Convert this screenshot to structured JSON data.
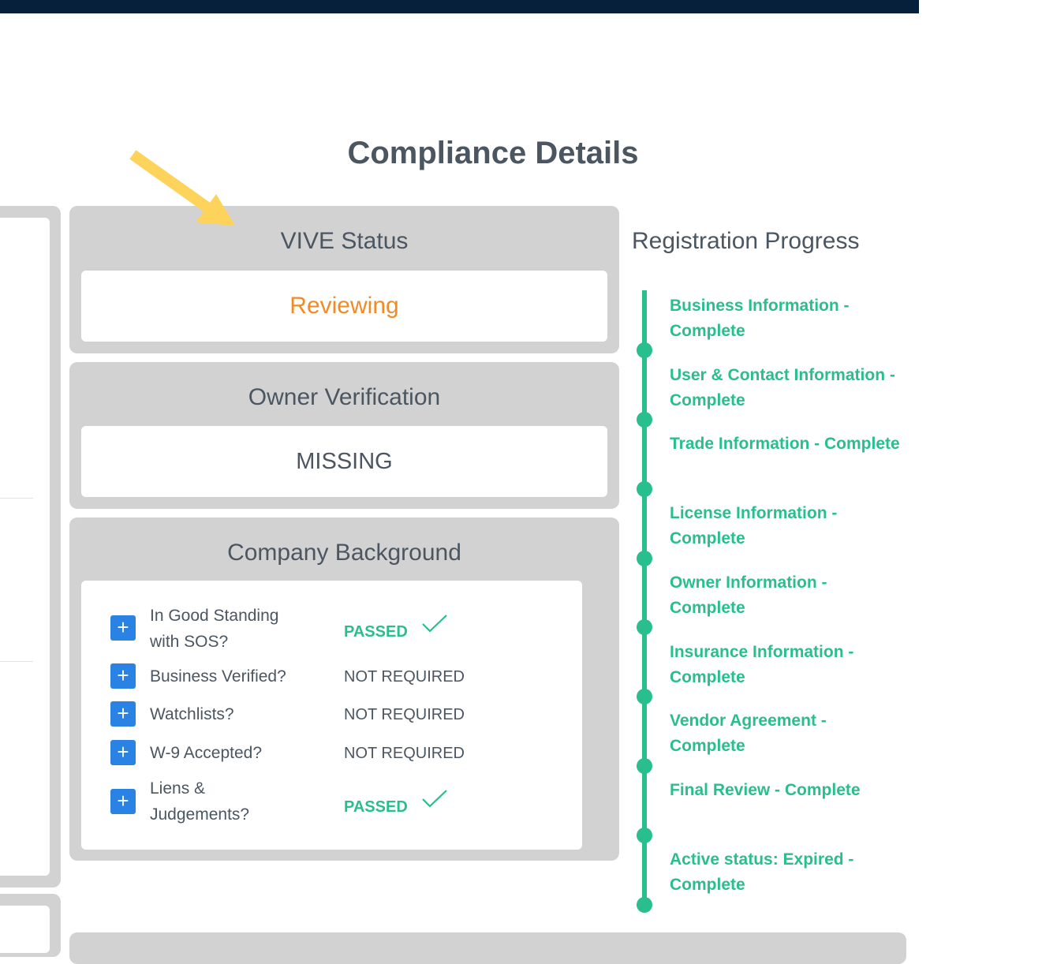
{
  "page": {
    "title": "Compliance Details"
  },
  "vive_status": {
    "title": "VIVE Status",
    "value": "Reviewing"
  },
  "owner_verification": {
    "title": "Owner Verification",
    "value": "MISSING"
  },
  "company_background": {
    "title": "Company Background",
    "rows": [
      {
        "label": "In Good Standing with SOS?",
        "status": "PASSED"
      },
      {
        "label": "Business Verified?",
        "status": "NOT REQUIRED"
      },
      {
        "label": "Watchlists?",
        "status": "NOT REQUIRED"
      },
      {
        "label": "W-9 Accepted?",
        "status": "NOT REQUIRED"
      },
      {
        "label": "Liens & Judgements?",
        "status": "PASSED"
      }
    ],
    "expand_symbol": "+"
  },
  "registration_progress": {
    "title": "Registration Progress",
    "steps": [
      "Business Information - Complete",
      "User & Contact Information - Complete",
      "Trade Information - Complete",
      "License Information - Complete",
      "Owner Information - Complete",
      "Insurance Information - Complete",
      "Vendor Agreement - Complete",
      "Final Review - Complete",
      "Active status: Expired - Complete"
    ]
  },
  "colors": {
    "topbar": "#061f3a",
    "card_gray": "#d2d2d2",
    "reviewing_orange": "#f28a26",
    "complete_green": "#29be8e",
    "plus_blue": "#2a82e4",
    "annotation_arrow": "#fdd35c"
  },
  "icons": [
    "plus-icon",
    "check-icon",
    "annotation-arrow-icon"
  ]
}
